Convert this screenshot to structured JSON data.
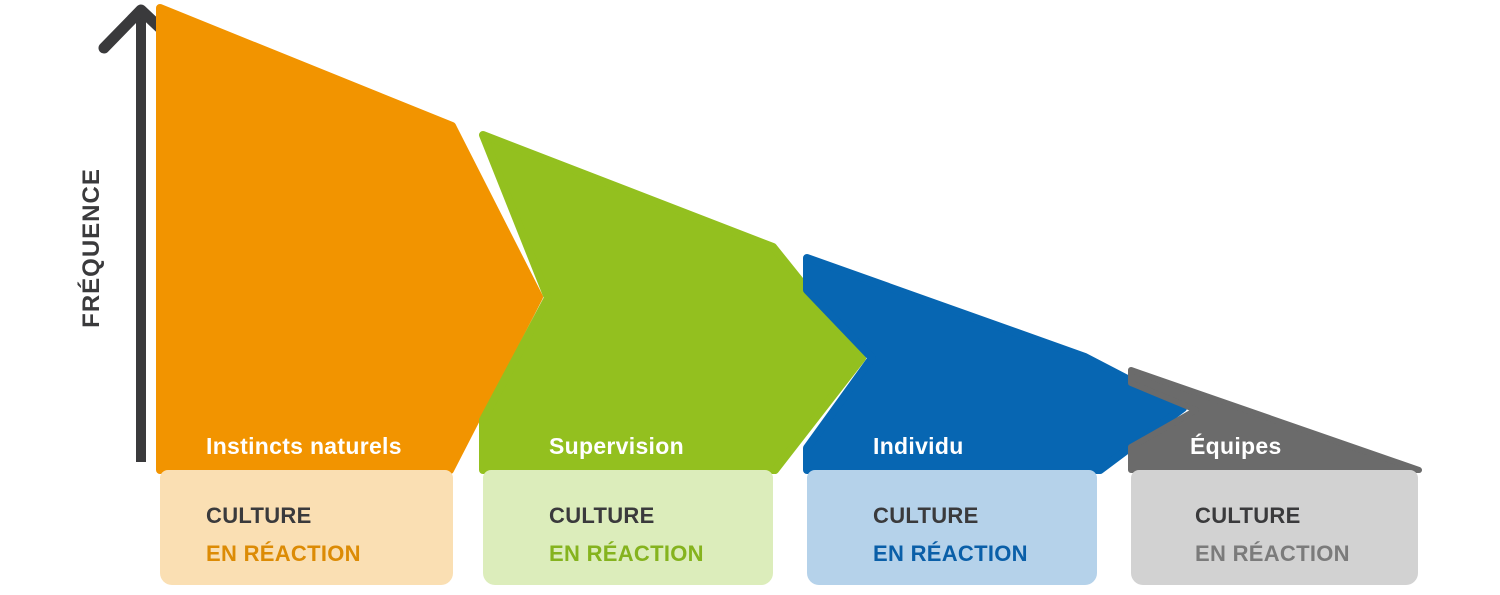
{
  "axis": {
    "label": "FRÉQUENCE",
    "color": "#3A3A3C"
  },
  "colors": {
    "dark": "#3A3A3C",
    "background": "#FFFFFF"
  },
  "stages": [
    {
      "id": "instincts-naturels",
      "name": "Instincts naturels",
      "culture_line1": "CULTURE",
      "culture_line2": "EN RÉACTION",
      "shape_color": "#F29400",
      "box_color": "#FADFB3",
      "accent_color": "#DC8B05"
    },
    {
      "id": "supervision",
      "name": "Supervision",
      "culture_line1": "CULTURE",
      "culture_line2": "EN RÉACTION",
      "shape_color": "#93C01F",
      "box_color": "#DCEDBB",
      "accent_color": "#85B31E"
    },
    {
      "id": "individu",
      "name": "Individu",
      "culture_line1": "CULTURE",
      "culture_line2": "EN RÉACTION",
      "shape_color": "#0766B2",
      "box_color": "#B5D2EA",
      "accent_color": "#0A5FA8"
    },
    {
      "id": "equipes",
      "name": "Équipes",
      "culture_line1": "CULTURE",
      "culture_line2": "EN RÉACTION",
      "shape_color": "#6B6B6B",
      "box_color": "#D2D2D2",
      "accent_color": "#7B7B7B"
    }
  ]
}
